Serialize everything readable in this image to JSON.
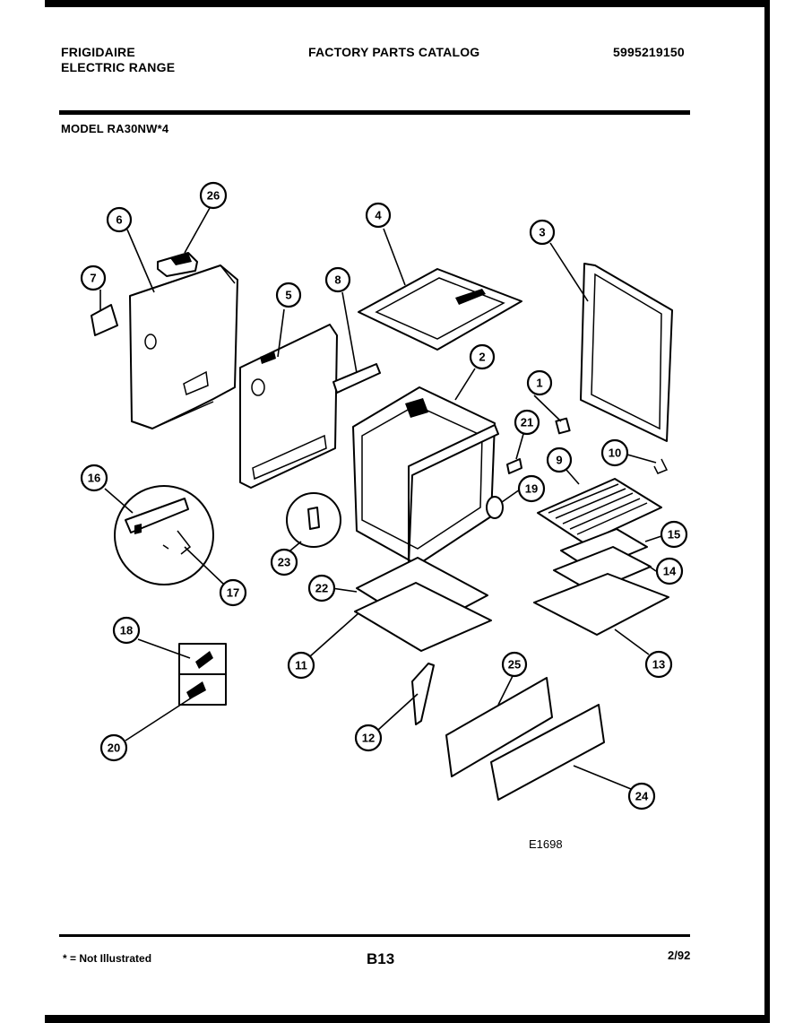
{
  "header": {
    "brand": "FRIGIDAIRE",
    "product": "ELECTRIC RANGE",
    "catalog_title": "FACTORY PARTS CATALOG",
    "catalog_number": "5995219150",
    "model": "MODEL  RA30NW*4"
  },
  "diagram": {
    "figure_code": "E1698",
    "callouts": [
      "1",
      "2",
      "3",
      "4",
      "5",
      "6",
      "7",
      "8",
      "9",
      "10",
      "11",
      "12",
      "13",
      "14",
      "15",
      "16",
      "17",
      "18",
      "19",
      "20",
      "21",
      "22",
      "23",
      "24",
      "25",
      "26"
    ]
  },
  "footer": {
    "note": "* = Not Illustrated",
    "page": "B13",
    "date": "2/92"
  }
}
